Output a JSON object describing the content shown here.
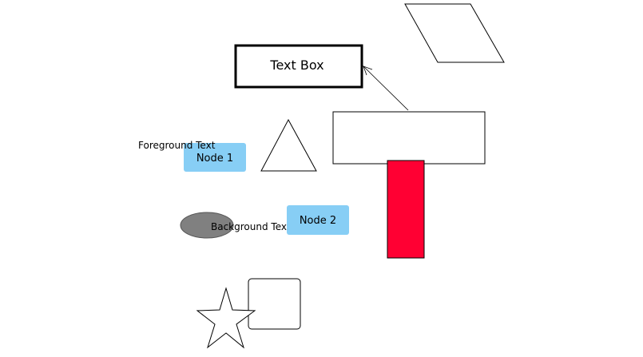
{
  "diagram": {
    "background": "#ffffff",
    "text_box": {
      "label": "Text Box"
    },
    "node_1": {
      "label": "Node 1",
      "fill": "#87cef5"
    },
    "node_2": {
      "label": "Node 2",
      "fill": "#87cef5"
    },
    "foreground_text": {
      "label": "Foreground Text"
    },
    "background_text": {
      "label": "Background Text"
    },
    "red_rectangle": {
      "fill": "#ff0033"
    },
    "ellipse": {
      "fill": "#808080"
    },
    "shapes": [
      "parallelogram",
      "triangle",
      "wide-rectangle",
      "ellipse",
      "rounded-square",
      "star"
    ],
    "connectors": [
      {
        "from": "wide-rectangle",
        "to": "text-box",
        "arrow": "open"
      }
    ]
  }
}
